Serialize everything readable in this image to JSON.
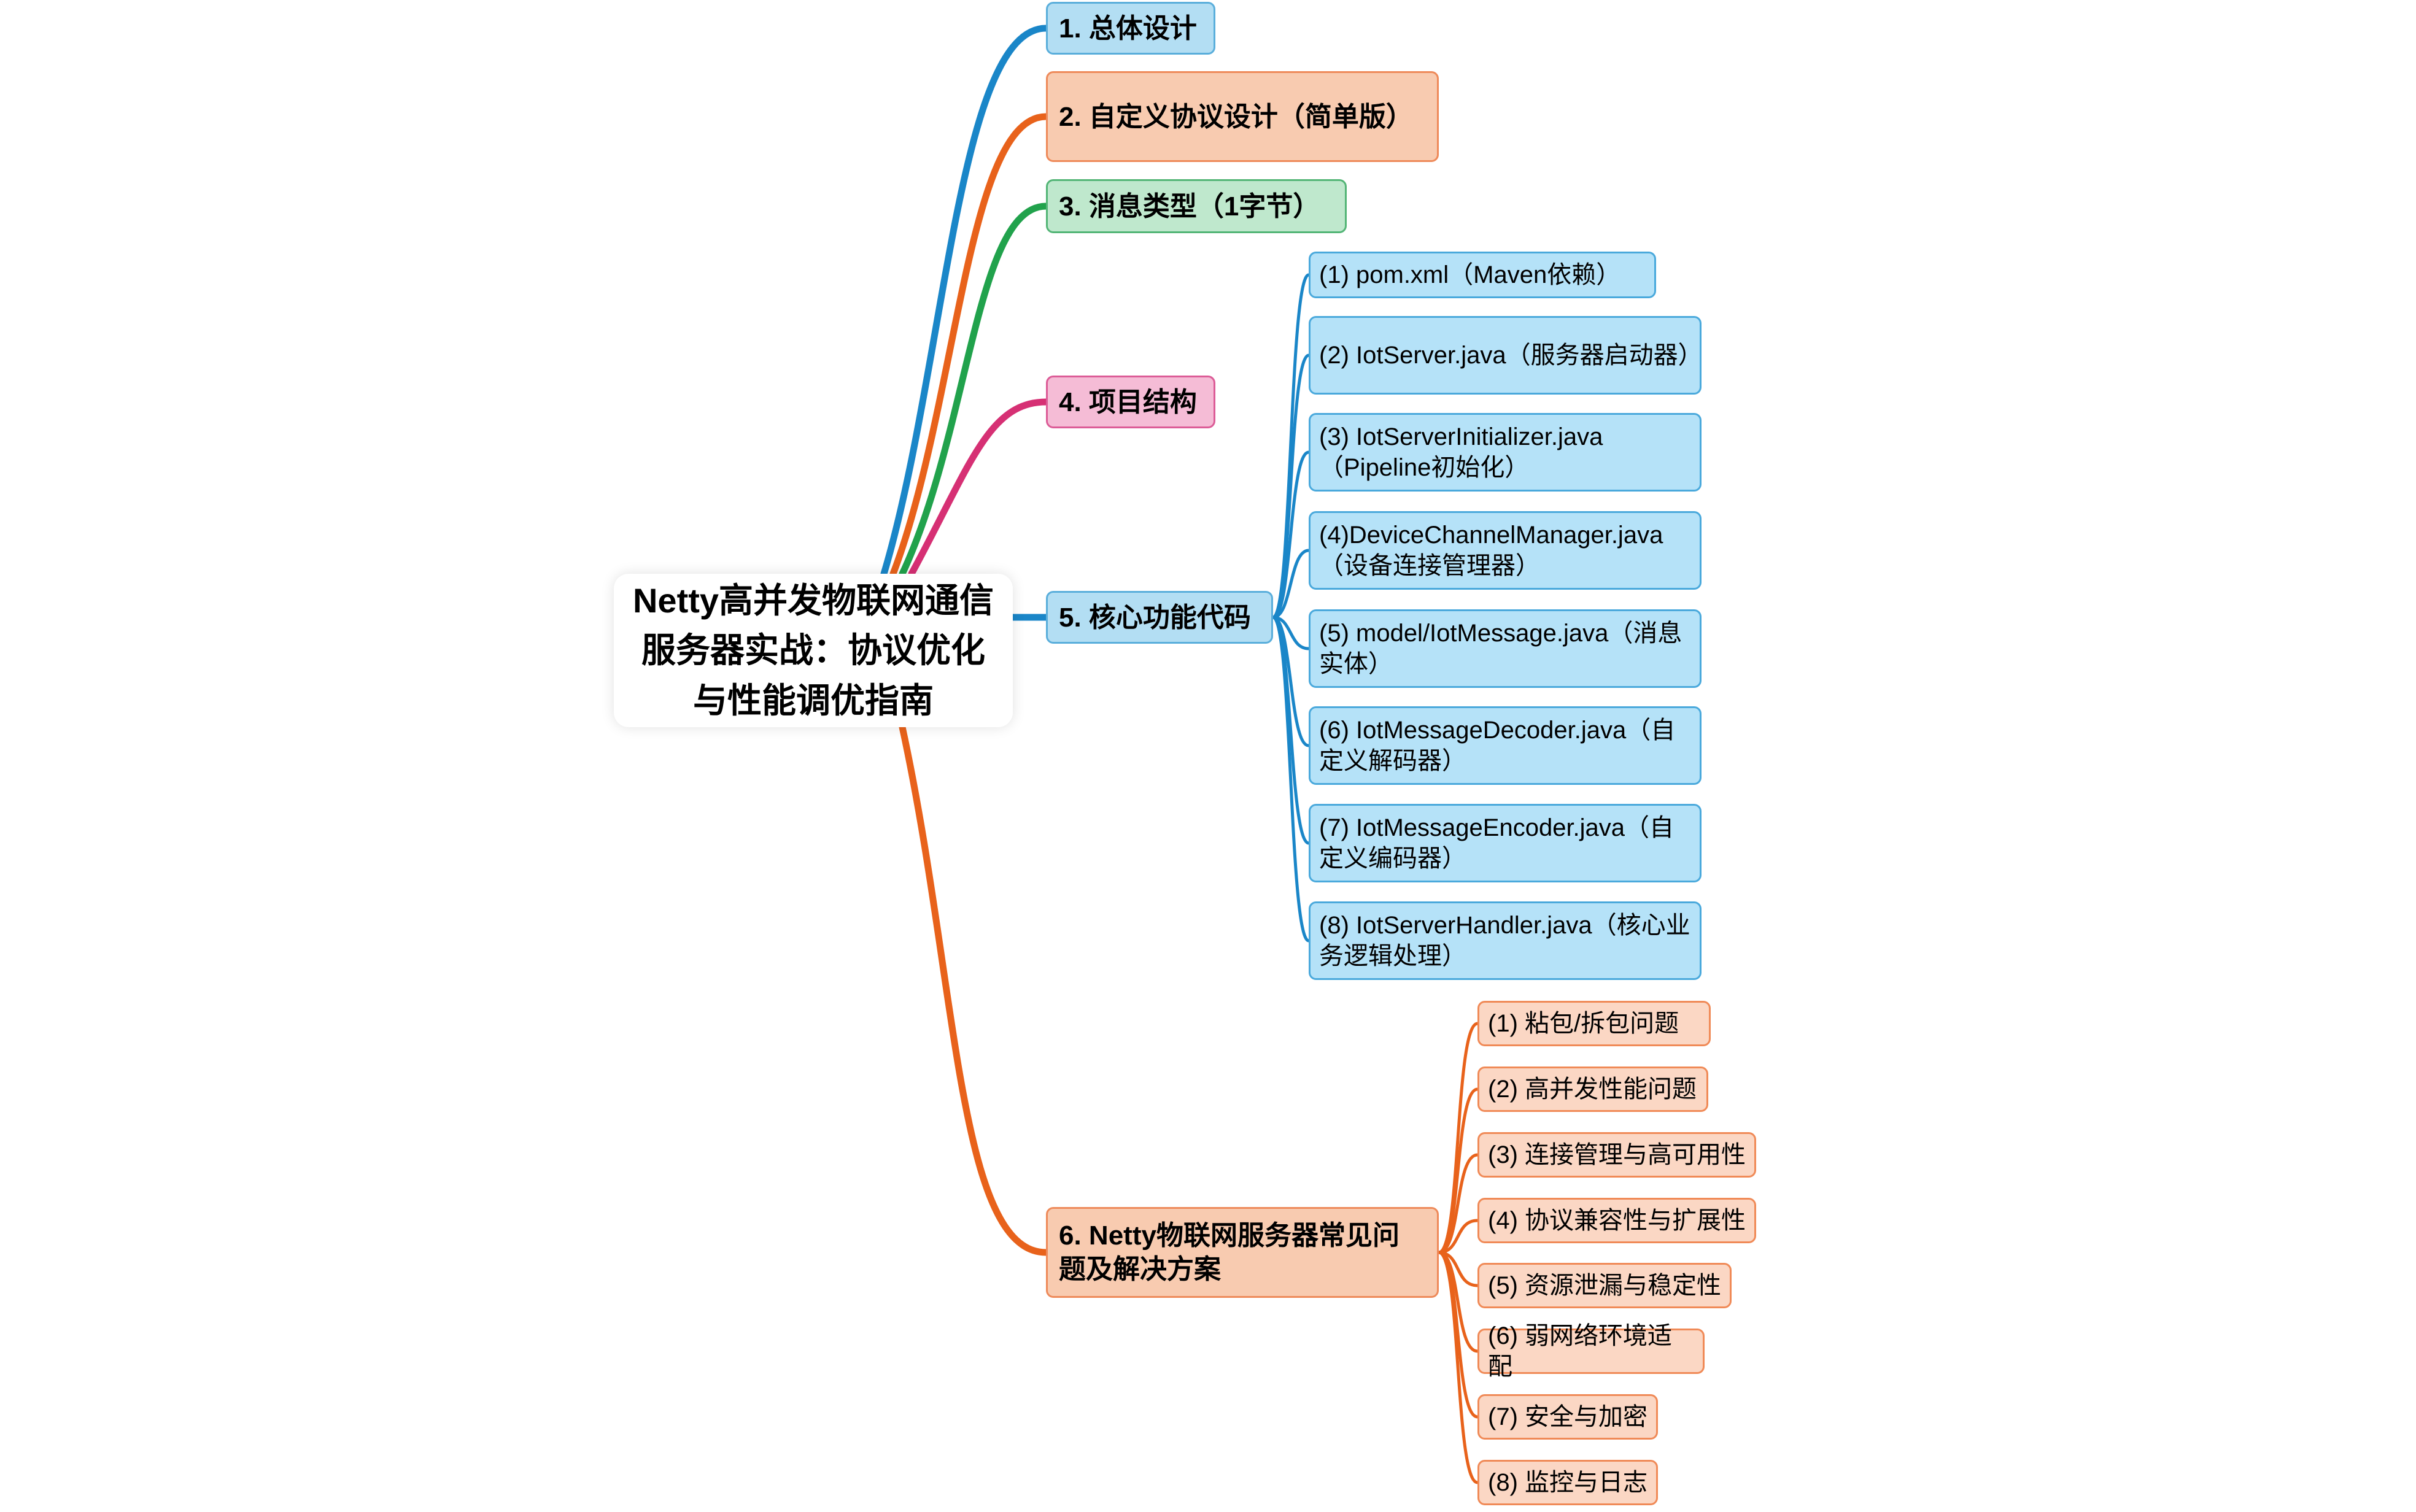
{
  "root": {
    "title": "Netty高并发物联网通信服务器实战：协议优化与性能调优指南"
  },
  "branches": [
    {
      "label": "1. 总体设计",
      "color": "#1a86c8"
    },
    {
      "label": "2. 自定义协议设计（简单版）",
      "color": "#e8621b"
    },
    {
      "label": "3. 消息类型（1字节）",
      "color": "#21a24c"
    },
    {
      "label": "4. 项目结构",
      "color": "#d63074"
    },
    {
      "label": "5. 核心功能代码",
      "color": "#1a86c8",
      "children": [
        "(1) pom.xml（Maven依赖）",
        "(2) IotServer.java（服务器启动器）",
        "(3) IotServerInitializer.java（Pipeline初始化）",
        "(4)DeviceChannelManager.java（设备连接管理器）",
        "(5) model/IotMessage.java（消息实体）",
        "(6) IotMessageDecoder.java（自定义解码器）",
        "(7) IotMessageEncoder.java（自定义编码器）",
        "(8) IotServerHandler.java（核心业务逻辑处理）"
      ]
    },
    {
      "label": "6. Netty物联网服务器常见问题及解决方案",
      "color": "#e8621b",
      "children": [
        "(1) 粘包/拆包问题",
        "(2) 高并发性能问题",
        "(3) 连接管理与高可用性",
        "(4) 协议兼容性与扩展性",
        "(5) 资源泄漏与稳定性",
        "(6) 弱网络环境适配",
        "(7) 安全与加密",
        "(8) 监控与日志"
      ]
    }
  ]
}
